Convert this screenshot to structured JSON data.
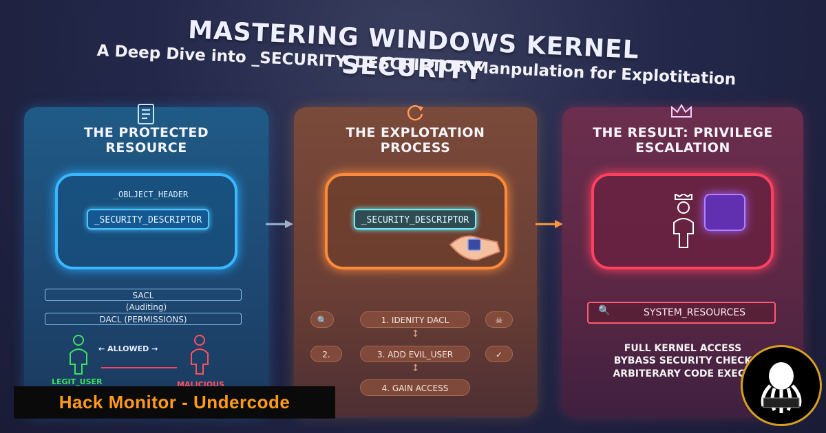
{
  "header": {
    "title": "MASTERING WINDOWS KERNEL SECURITY",
    "subtitle": "A Deep Dive into _SECURITY_DESCRIPTOR Manpulation for Explotitation"
  },
  "panels": {
    "protected": {
      "title_line1": "THE PROTECTED",
      "title_line2": "RESOURCE",
      "object_header": "_OBLJECT_HEADER",
      "security_descriptor": "_SECURITY_DESCRIPTOR",
      "sacl": "SACL",
      "auditing": "(Auditing)",
      "dacl": "DACL (PERMISSIONS)",
      "allowed": "ALLOWED",
      "legit_user": "LEGIT_USER",
      "malicious": "MALICIOUS"
    },
    "exploitation": {
      "title_line1": "THE EXPLOTATION",
      "title_line2": "PROCESS",
      "security_descriptor": "_SECURITY_DESCRIPTOR",
      "step1": "1. IDENITY DACL",
      "step2_num": "2.",
      "step3": "3. ADD EVIL_USER",
      "step4": "4. GAIN ACCESS"
    },
    "result": {
      "title_line1": "THE RESULT: PRIVILEGE",
      "title_line2": "ESCALATION",
      "system_resources": "SYSTEM_RESOURCES",
      "line1": "FULL KERNEL ACCESS",
      "line2": "BYBASS SECURITY CHECK",
      "line3": "ARBITERARY CODE EXECU"
    }
  },
  "banner": {
    "text": "Hack Monitor - Undercode"
  },
  "colors": {
    "blue_accent": "#39b8ff",
    "orange_accent": "#ff8a3a",
    "red_accent": "#ff4060",
    "banner_text": "#ff9a1a"
  },
  "icons": [
    "document-icon",
    "refresh-icon",
    "crown-icon",
    "arrow-right-icon",
    "user-icon",
    "octopus-logo"
  ]
}
